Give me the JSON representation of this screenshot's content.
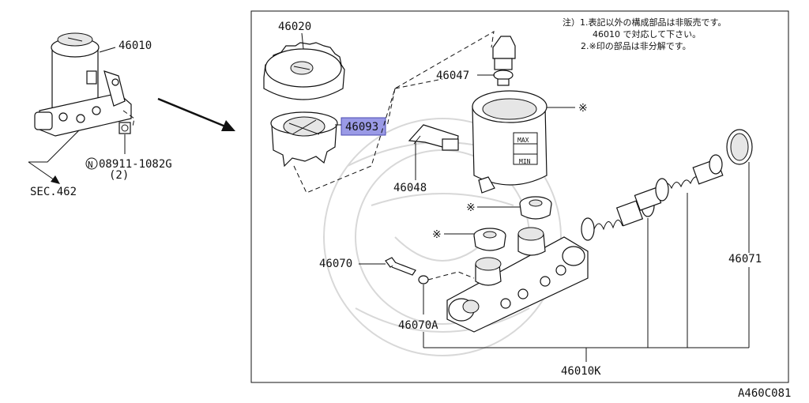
{
  "notes": {
    "line1": "注）1.表記以外の構成部品は非販売です。",
    "line2": "46010 で対応して下さい。",
    "line3": "2.※印の部品は非分解です。"
  },
  "labels": {
    "assembly": "46010",
    "nut": "08911-1082G",
    "nut_qty": "(2)",
    "nut_prefix": "N",
    "sec": "SEC.462",
    "cap": "46020",
    "strainer": "46093",
    "seal_plug": "46047",
    "reservoir_mark": "※",
    "connector": "46048",
    "grommet_mark_1": "※",
    "grommet_mark_2": "※",
    "bleeder": "46070",
    "bleeder_washer": "46070A",
    "piston_kit": "46071",
    "kit": "46010K",
    "reservoir_max": "MAX",
    "reservoir_min": "MIN",
    "diagram_code": "A460C081"
  },
  "colors": {
    "highlight_fill": "#9a9ae6",
    "highlight_border": "#4a4ab0"
  }
}
